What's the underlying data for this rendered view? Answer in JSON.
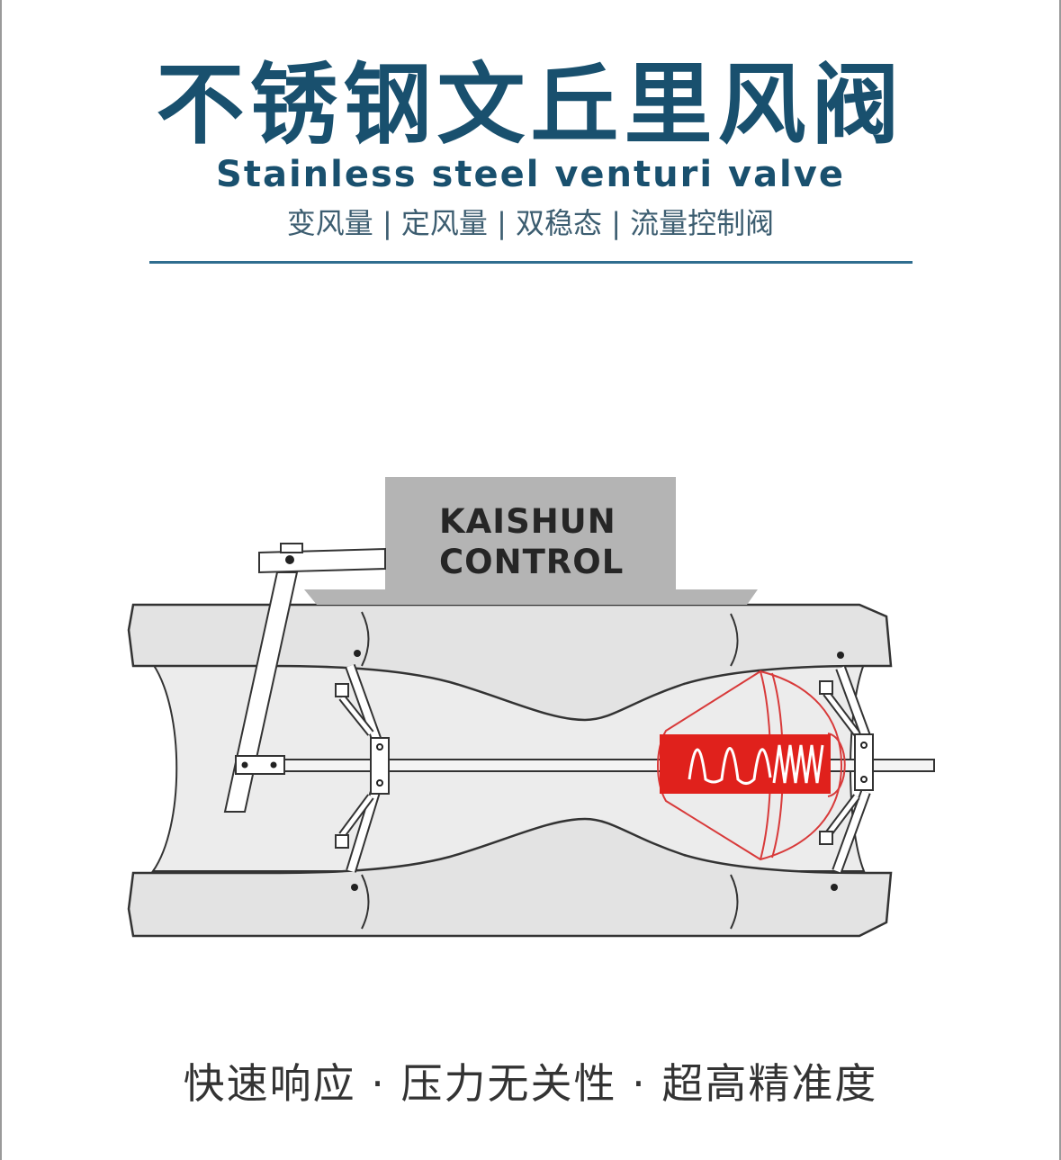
{
  "header": {
    "title_cn": "不锈钢文丘里风阀",
    "title_en": "Stainless steel venturi valve",
    "subtitle": "变风量 | 定风量 | 双稳态 | 流量控制阀"
  },
  "diagram": {
    "brand_line1": "KAISHUN",
    "brand_line2": "CONTROL"
  },
  "footer": {
    "features": "快速响应 · 压力无关性 · 超高精准度"
  },
  "colors": {
    "title": "#19506e",
    "divider": "#2f6d8f",
    "valve_fill": "#e3e3e3",
    "actuator_fill": "#b4b4b4",
    "cone_line": "#d83a3a",
    "spring_fill": "#e0211c"
  }
}
